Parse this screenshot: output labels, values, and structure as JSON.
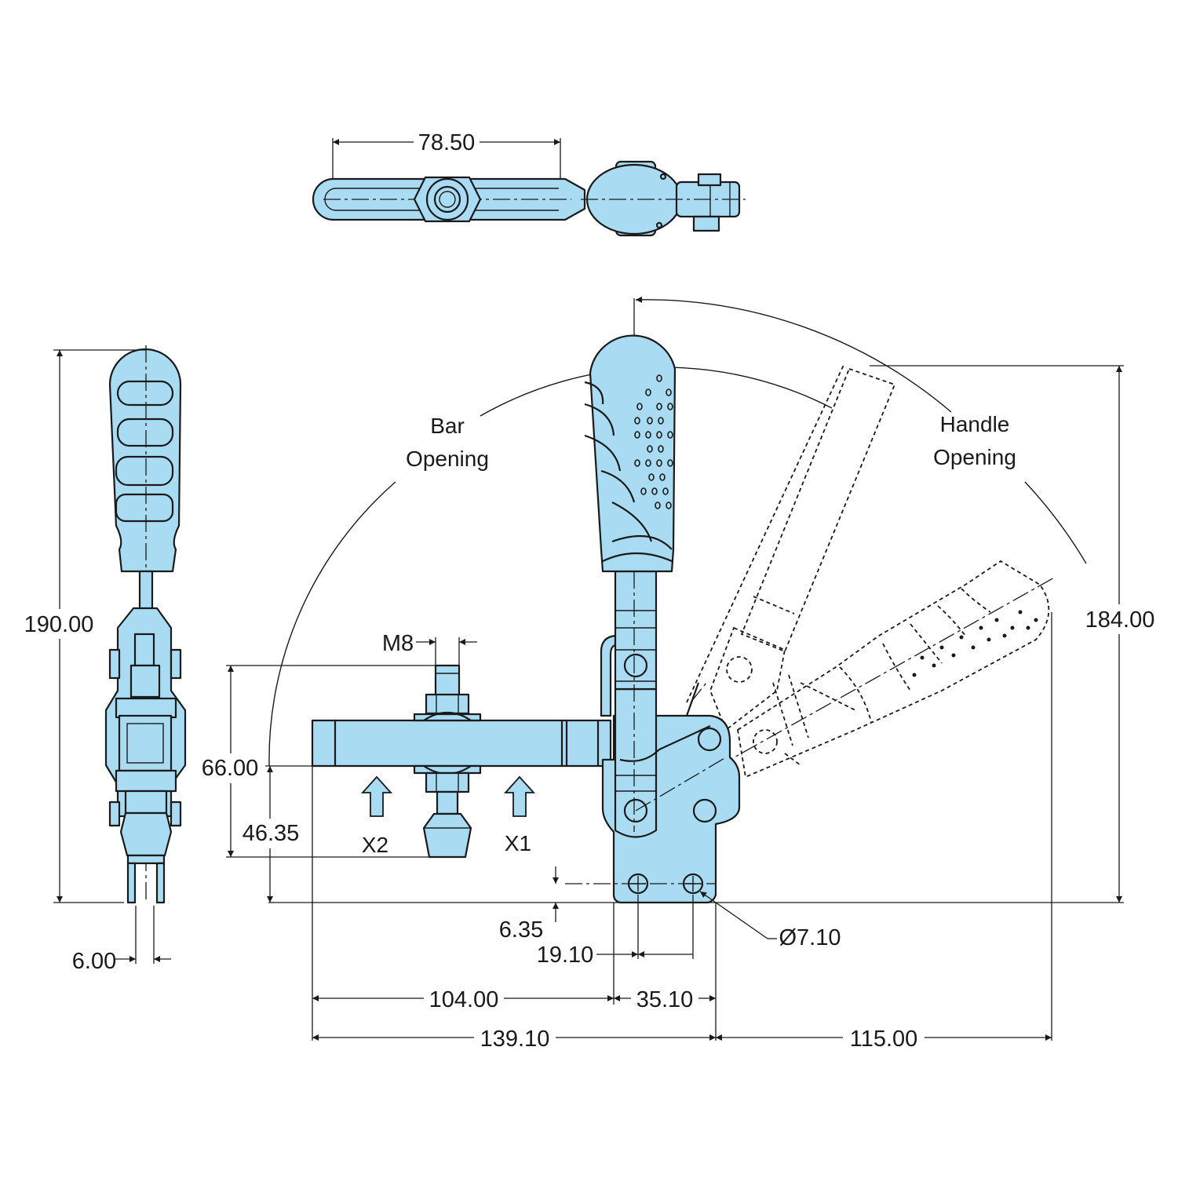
{
  "dimensions": {
    "top_width": "78.50",
    "side_height": "190.00",
    "side_width": "6.00",
    "thread": "M8",
    "spindle_height": "66.00",
    "bar_height": "46.35",
    "base_offset": "6.35",
    "hole_spacing": "19.10",
    "hole_diameter": "Ø7.10",
    "bar_length": "104.00",
    "base_width": "35.10",
    "overall_length": "139.10",
    "handle_reach": "115.00",
    "overall_height": "184.00"
  },
  "labels": {
    "bar_opening_line1": "Bar",
    "bar_opening_line2": "Opening",
    "handle_opening_line1": "Handle",
    "handle_opening_line2": "Opening",
    "force_x1": "X1",
    "force_x2": "X2"
  },
  "colors": {
    "part_fill": "#a9dcf3",
    "outline": "#1a1a1a"
  }
}
